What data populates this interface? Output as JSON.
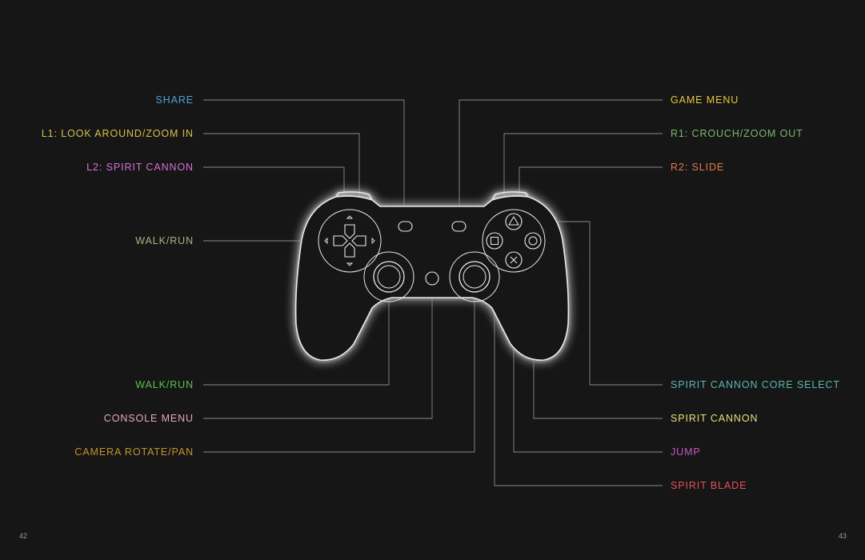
{
  "labels_left": [
    {
      "id": "share",
      "text": "SHARE",
      "color": "#4fa3d6"
    },
    {
      "id": "l1",
      "text": "L1: LOOK AROUND/ZOOM IN",
      "color": "#d6c04a"
    },
    {
      "id": "l2",
      "text": "L2: SPIRIT CANNON",
      "color": "#d86fd6"
    },
    {
      "id": "dpad",
      "text": "WALK/RUN",
      "color": "#a8b48a"
    },
    {
      "id": "lstick",
      "text": "WALK/RUN",
      "color": "#58c24a"
    },
    {
      "id": "console",
      "text": "CONSOLE MENU",
      "color": "#e8a8b4"
    },
    {
      "id": "rstick",
      "text": "CAMERA ROTATE/PAN",
      "color": "#c4952a"
    }
  ],
  "labels_right": [
    {
      "id": "options",
      "text": "GAME MENU",
      "color": "#e8c43a"
    },
    {
      "id": "r1",
      "text": "R1: CROUCH/ZOOM OUT",
      "color": "#7cb86a"
    },
    {
      "id": "r2",
      "text": "R2: SLIDE",
      "color": "#e07a4a"
    },
    {
      "id": "triangle",
      "text": "SPIRIT CANNON CORE SELECT",
      "color": "#5ab8b0"
    },
    {
      "id": "circle",
      "text": "SPIRIT CANNON",
      "color": "#e8e07a"
    },
    {
      "id": "cross",
      "text": "JUMP",
      "color": "#c45ac4"
    },
    {
      "id": "square",
      "text": "SPIRIT BLADE",
      "color": "#e8505a"
    }
  ],
  "page_numbers": {
    "left": "42",
    "right": "43"
  },
  "line_color": "#8a8a8a",
  "controller_stroke": "#e8e8e8",
  "glow_color": "#ffffff"
}
